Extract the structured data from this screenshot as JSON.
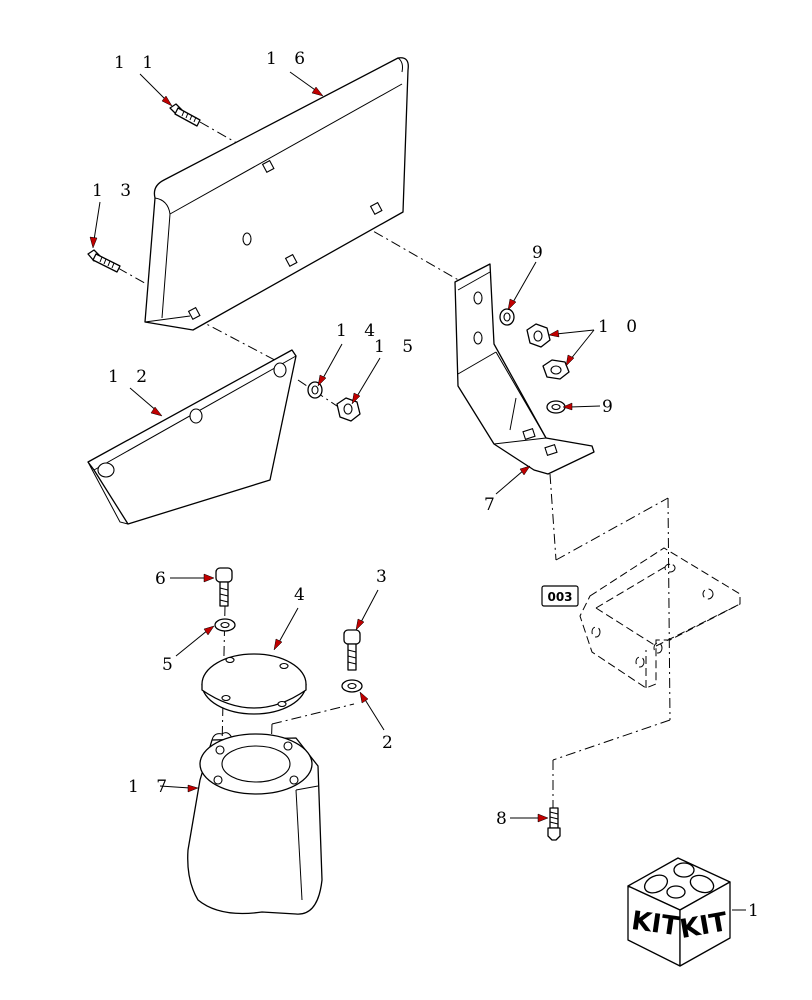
{
  "callouts": {
    "c1": "1",
    "c2": "2",
    "c3": "3",
    "c4": "4",
    "c5": "5",
    "c6": "6",
    "c7": "7",
    "c8": "8",
    "c9a": "9",
    "c9b": "9",
    "c10": "1 0",
    "c11": "1 1",
    "c12": "1 2",
    "c13": "1 3",
    "c14": "1 4",
    "c15": "1 5",
    "c16": "1 6",
    "c17": "1 7"
  },
  "reference_box": "003",
  "kit": {
    "label_left": "KIT",
    "label_right": "KIT"
  }
}
